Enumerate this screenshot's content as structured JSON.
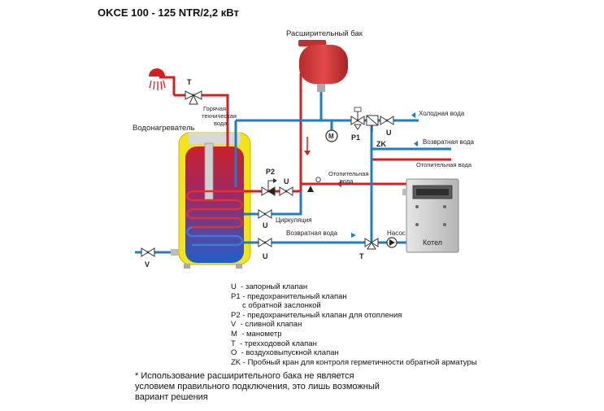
{
  "title": "OKCE 100 - 125 NTR/2,2 кВт",
  "labels": {
    "expansion_tank": "Расширительный бак",
    "cold_water": "Холодная вода",
    "return_water_top": "Возвратная  вода",
    "heating_water_1": "Отопительная",
    "heating_water_2": "вода",
    "heating_water_boiler": "Отопительная вода",
    "hot_water_1": "Горячая",
    "hot_water_2": "техническая",
    "hot_water_3": "вода",
    "water_heater": "Водонагреватель",
    "circulation": "Циркуляция",
    "return_water_bottom": "Возвратная  вода",
    "pump": "Насос",
    "boiler": "Котел"
  },
  "symbols": {
    "T_top": "T",
    "P1": "P1",
    "ZK": "ZK",
    "U_cold": "U",
    "P2": "P2",
    "U_p2": "U",
    "O": "O",
    "U_circ": "U",
    "U_return": "U",
    "T_bottom": "T",
    "V": "V",
    "M": "M"
  },
  "legend": [
    {
      "sym": "U",
      "text": "- запорный клапан"
    },
    {
      "sym": "P1",
      "text": "- предохранительный клапан"
    },
    {
      "sym": "",
      "text": "с обратной заслонкой"
    },
    {
      "sym": "P2",
      "text": "- предохранительный клапан для отопления"
    },
    {
      "sym": "V",
      "text": "- сливной клапан"
    },
    {
      "sym": "M",
      "text": "- манометр"
    },
    {
      "sym": "T",
      "text": "- трехходовой клапан"
    },
    {
      "sym": "O",
      "text": "- воздуховыпускной клапан"
    },
    {
      "sym": "ZK",
      "text": "- Пробный кран для контроля герметичности обратной арматуры"
    }
  ],
  "note": [
    "* Использование расширительного бака не является",
    "условием правильного подключения, это лишь возможный",
    "вариант решения"
  ],
  "colors": {
    "hot": "#d42020",
    "cold": "#1e7fc0",
    "tank_body": "#f1e51a",
    "tank_inner": "#c8222c",
    "expansion_tank": "#d93636",
    "boiler_body": "#c9c9c9"
  }
}
